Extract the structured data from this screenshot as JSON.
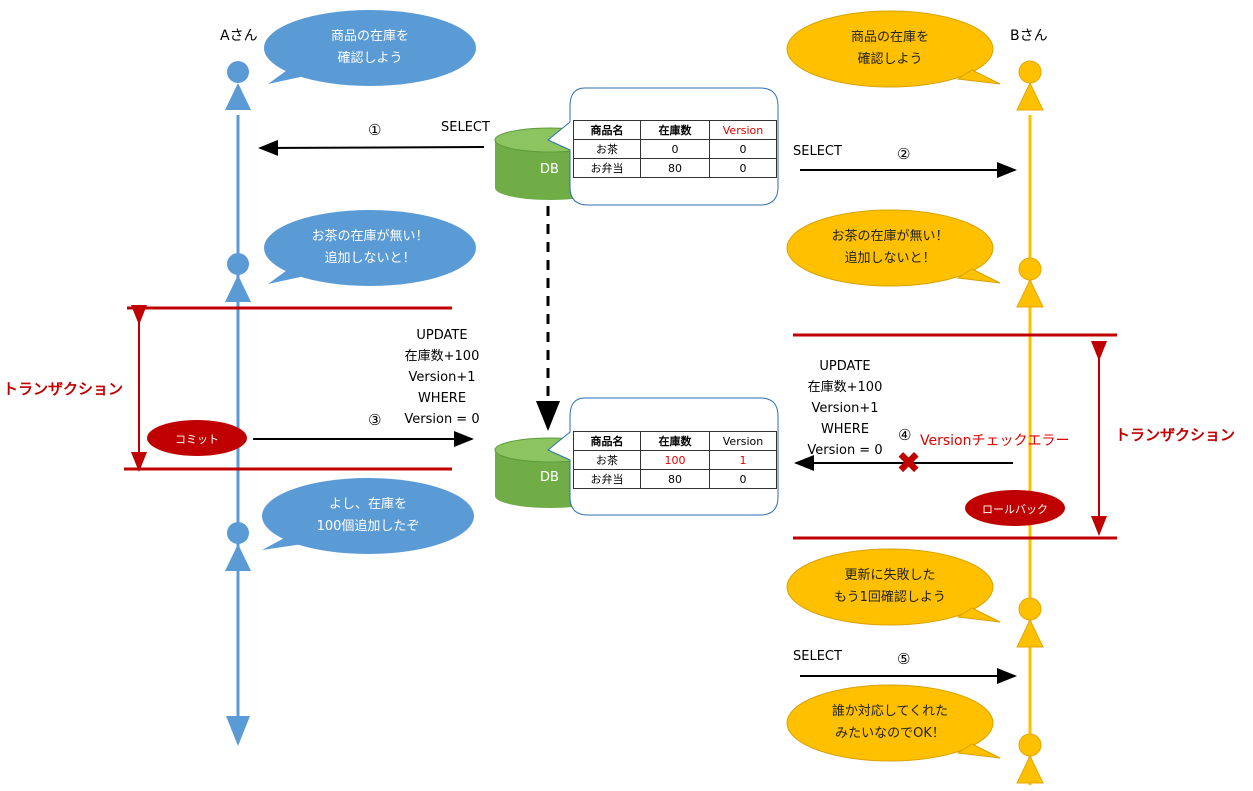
{
  "actors": {
    "a": "Aさん",
    "b": "Bさん"
  },
  "colors": {
    "a_line": "#5b9bd5",
    "b_line": "#ffc000",
    "db": "#70ad47",
    "transaction": "#c00000",
    "error": "#ff0000"
  },
  "a_bubbles": [
    {
      "line1": "商品の在庫を",
      "line2": "確認しよう"
    },
    {
      "line1": "お茶の在庫が無い！",
      "line2": "追加しないと！"
    },
    {
      "line1": "よし、在庫を",
      "line2": "100個追加したぞ"
    }
  ],
  "b_bubbles": [
    {
      "line1": "商品の在庫を",
      "line2": "確認しよう"
    },
    {
      "line1": "お茶の在庫が無い！",
      "line2": "追加しないと！"
    },
    {
      "line1": "更新に失敗した",
      "line2": "もう1回確認しよう"
    },
    {
      "line1": "誰か対応してくれた",
      "line2": "みたいなのでOK！"
    }
  ],
  "steps": {
    "s1": {
      "num": "①",
      "label": "SELECT"
    },
    "s2": {
      "num": "②",
      "label": "SELECT"
    },
    "s3": {
      "num": "③",
      "lines": [
        "UPDATE",
        "在庫数+100",
        "Version+1",
        "WHERE",
        "Version = 0"
      ]
    },
    "s4": {
      "num": "④",
      "lines": [
        "UPDATE",
        "在庫数+100",
        "Version+1",
        "WHERE",
        "Version = 0"
      ],
      "error": "Versionチェックエラー"
    },
    "s5": {
      "num": "⑤",
      "label": "SELECT"
    }
  },
  "transaction_label": "トランザクション",
  "commit_label": "コミット",
  "rollback_label": "ロールバック",
  "db": {
    "label": "DB",
    "headers": [
      "商品名",
      "在庫数",
      "Version"
    ],
    "before": [
      [
        "お茶",
        "0",
        "0"
      ],
      [
        "お弁当",
        "80",
        "0"
      ]
    ],
    "after": [
      [
        "お茶",
        "100",
        "1"
      ],
      [
        "お弁当",
        "80",
        "0"
      ]
    ]
  }
}
